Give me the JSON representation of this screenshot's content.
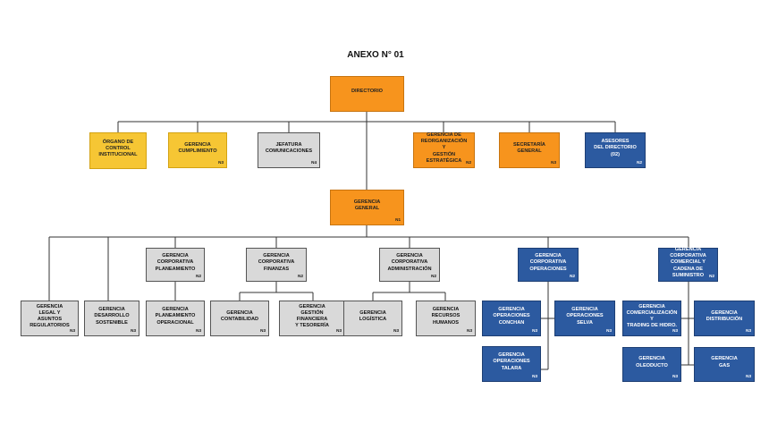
{
  "title": "ANEXO N° 01",
  "boxes": {
    "directorio": {
      "label": "DIRECTORIO",
      "level": ""
    },
    "organo_control": {
      "label": "ÓRGANO DE\nCONTROL\nINSTITUCIONAL",
      "level": ""
    },
    "gerencia_cumplimiento": {
      "label": "GERENCIA\nCUMPLIMIENTO",
      "level": "N3"
    },
    "jefatura_comunicaciones": {
      "label": "JEFATURA\nCOMUNICACIONES",
      "level": "N4"
    },
    "gerencia_reorganizacion": {
      "label": "GERENCIA DE\nREORGANIZACIÓN Y\nGESTIÓN\nESTRATÉGICA",
      "level": "N2"
    },
    "secretaria_general": {
      "label": "SECRETARÍA\nGENERAL",
      "level": "N3"
    },
    "asesores_directorio": {
      "label": "ASESORES\nDEL DIRECTORIO\n(02)",
      "level": "N2"
    },
    "gerencia_general": {
      "label": "GERENCIA\nGENERAL",
      "level": "N1"
    },
    "gc_planeamiento": {
      "label": "GERENCIA\nCORPORATIVA\nPLANEAMIENTO",
      "level": "N2"
    },
    "gc_finanzas": {
      "label": "GERENCIA\nCORPORATIVA\nFINANZAS",
      "level": "N2"
    },
    "gc_administracion": {
      "label": "GERENCIA\nCORPORATIVA\nADMINISTRACIÓN",
      "level": "N2"
    },
    "gc_operaciones": {
      "label": "GERENCIA\nCORPORATIVA\nOPERACIONES",
      "level": "N2"
    },
    "gc_comercial": {
      "label": "GERENCIA\nCORPORATIVA\nCOMERCIAL Y\nCADENA DE\nSUMINISTRO",
      "level": "N2"
    },
    "g_legal": {
      "label": "GERENCIA\nLEGAL Y ASUNTOS\nREGULATORIOS",
      "level": "N3"
    },
    "g_desarrollo": {
      "label": "GERENCIA\nDESARROLLO\nSOSTENIBLE",
      "level": "N3"
    },
    "g_planeamiento_op": {
      "label": "GERENCIA\nPLANEAMIENTO\nOPERACIONAL",
      "level": "N3"
    },
    "g_contabilidad": {
      "label": "GERENCIA\nCONTABILIDAD",
      "level": "N3"
    },
    "g_gestion_financiera": {
      "label": "GERENCIA\nGESTIÓN FINANCIERA\nY TESORERÍA",
      "level": "N3"
    },
    "g_logistica": {
      "label": "GERENCIA\nLOGÍSTICA",
      "level": "N3"
    },
    "g_recursos_humanos": {
      "label": "GERENCIA\nRECURSOS\nHUMANOS",
      "level": "N3"
    },
    "g_op_conchan": {
      "label": "GERENCIA\nOPERACIONES\nCONCHAN",
      "level": "N3"
    },
    "g_op_selva": {
      "label": "GERENCIA\nOPERACIONES\nSELVA",
      "level": "N3"
    },
    "g_op_talara": {
      "label": "GERENCIA\nOPERACIONES\nTALARA",
      "level": "N3"
    },
    "g_comercializacion": {
      "label": "GERENCIA\nCOMERCIALIZACIÓN Y\nTRADING DE HIDRO.",
      "level": "N3"
    },
    "g_distribucion": {
      "label": "GERENCIA\nDISTRIBUCIÓN",
      "level": "N3"
    },
    "g_oleoducto": {
      "label": "GERENCIA\nOLEODUCTO",
      "level": "N3"
    },
    "g_gas": {
      "label": "GERENCIA\nGAS",
      "level": "N3"
    }
  },
  "colors": {
    "orange": "#f7941d",
    "yellow": "#f6c634",
    "gray": "#d9d9d9",
    "blue": "#2c5aa0"
  }
}
